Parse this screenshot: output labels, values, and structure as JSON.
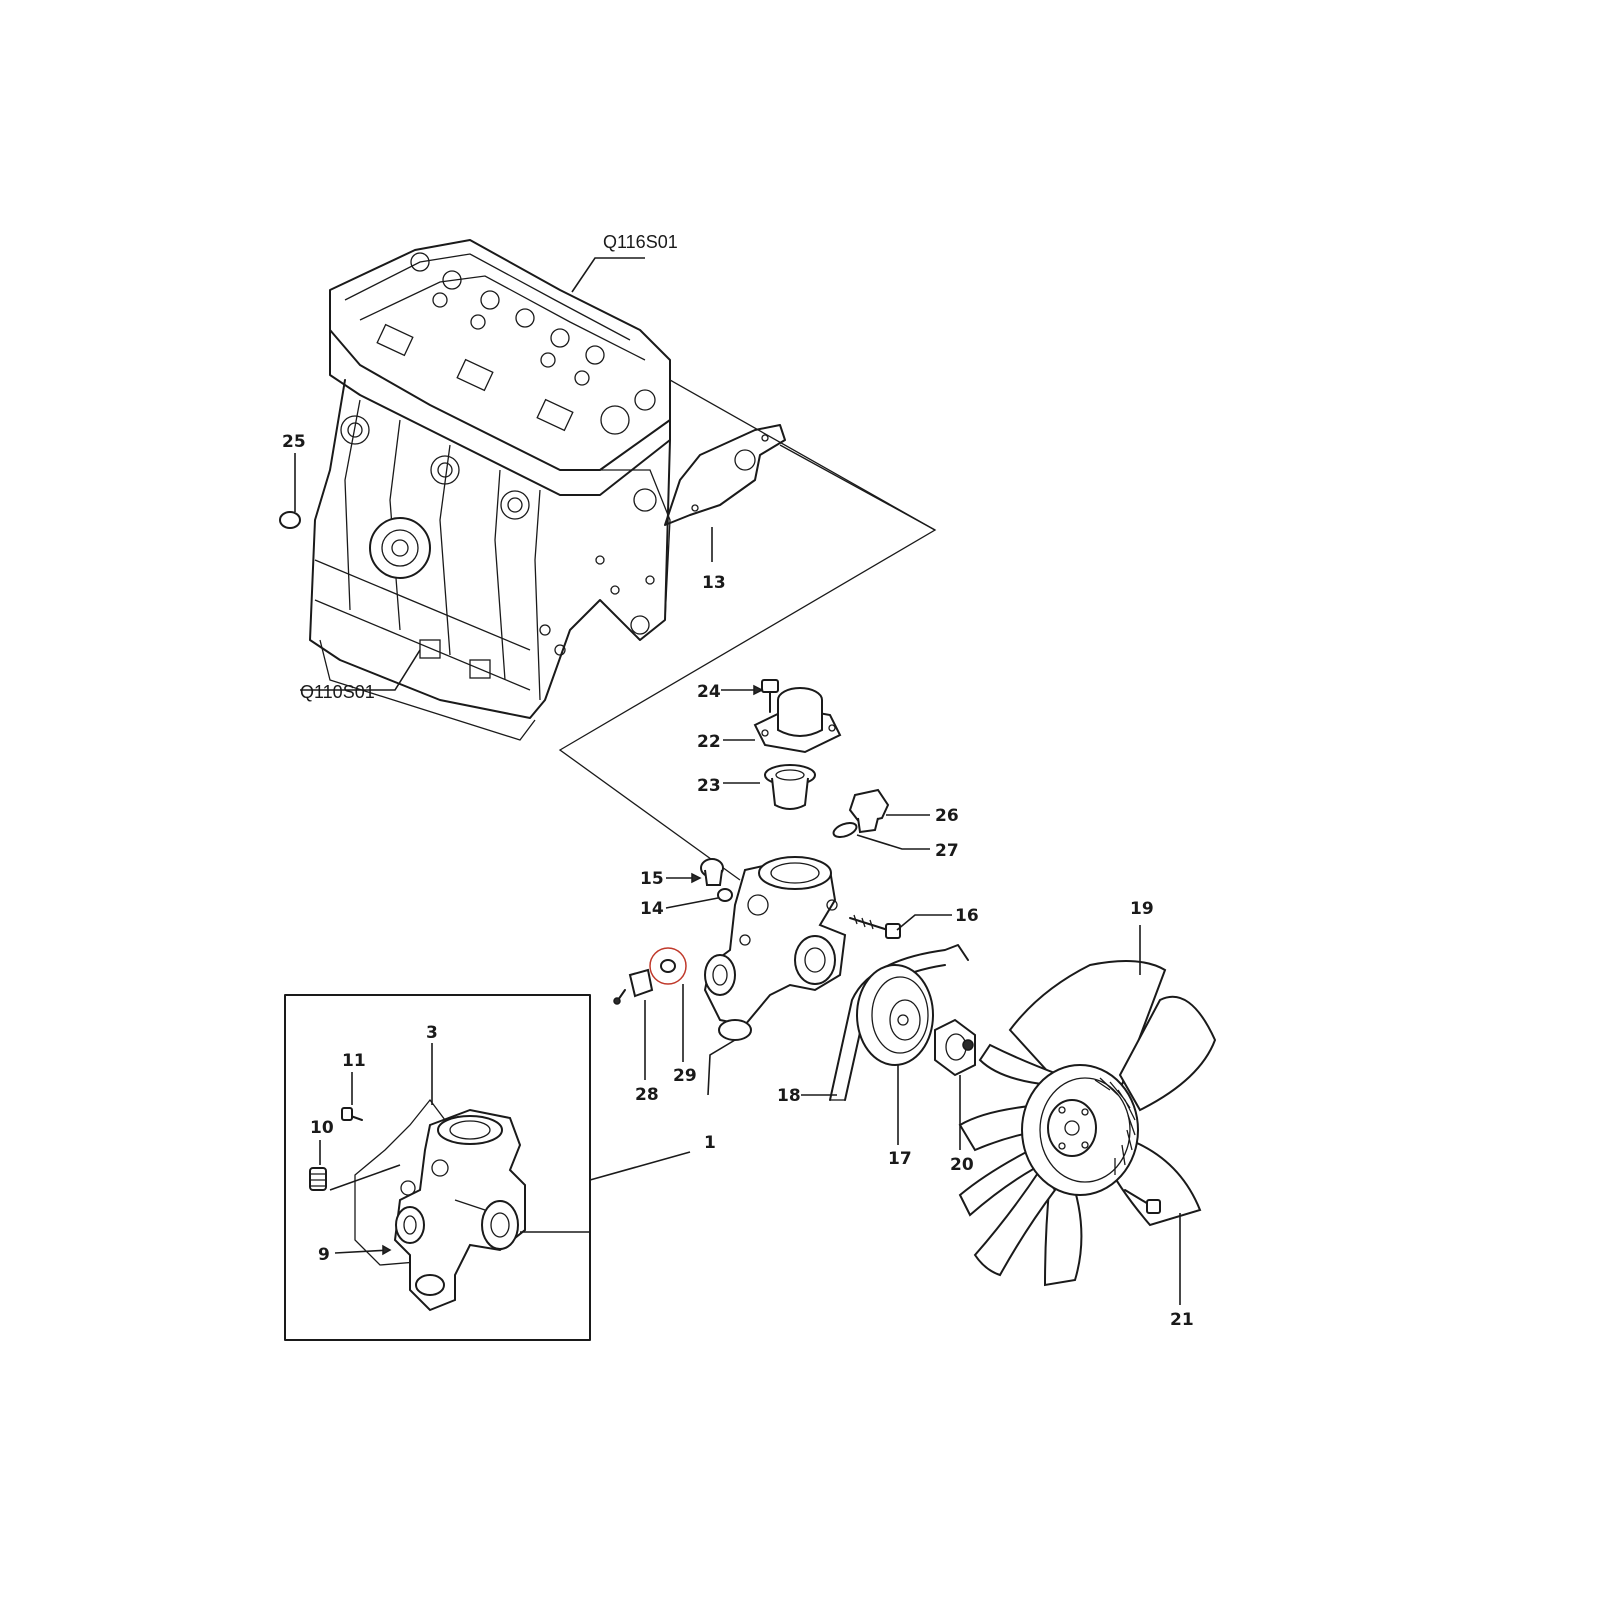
{
  "references": {
    "cylinder_head": "Q116S01",
    "cylinder_block": "Q110S01"
  },
  "callouts": {
    "c1": "1",
    "c3": "3",
    "c9": "9",
    "c10": "10",
    "c11": "11",
    "c13": "13",
    "c14": "14",
    "c15": "15",
    "c16": "16",
    "c17": "17",
    "c18": "18",
    "c19": "19",
    "c20": "20",
    "c21": "21",
    "c22": "22",
    "c23": "23",
    "c24": "24",
    "c25": "25",
    "c26": "26",
    "c27": "27",
    "c28": "28",
    "c29": "29"
  },
  "colors": {
    "line": "#1a1a1a",
    "background": "#ffffff",
    "highlight_marker": "#c0392b"
  }
}
